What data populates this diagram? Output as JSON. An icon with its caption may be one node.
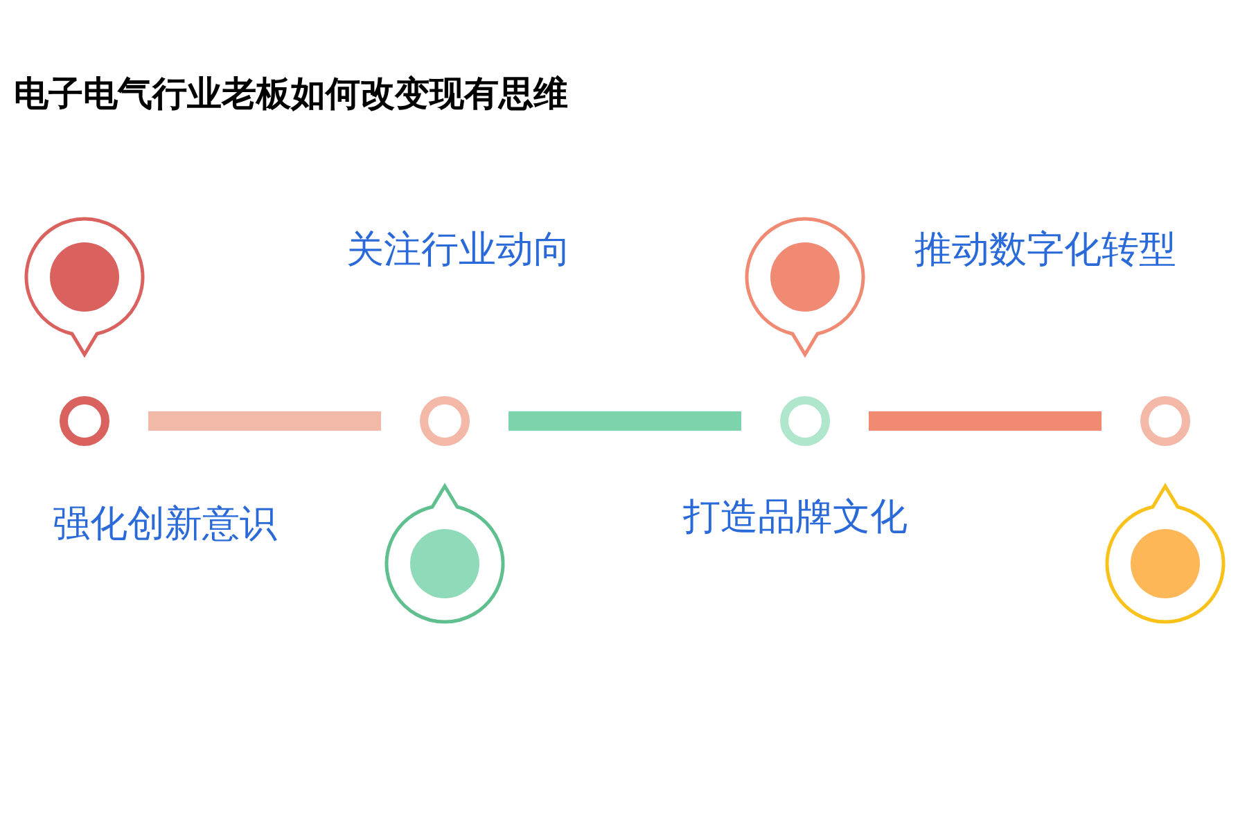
{
  "diagram": {
    "title": "电子电气行业老板如何改变现有思维",
    "nodes": [
      {
        "text": [],
        "shape": "circle"
      },
      {
        "text": [],
        "shape": "circle"
      },
      {
        "text": [],
        "shape": "circle"
      },
      {
        "text": [],
        "shape": "circle"
      }
    ],
    "edges": [
      {
        "from": 0,
        "to": 1,
        "arrow": "none",
        "color": "#f2b8a8"
      },
      {
        "from": 1,
        "to": 2,
        "arrow": "none",
        "color": "#7dd3ac"
      },
      {
        "from": 2,
        "to": 3,
        "arrow": "none",
        "color": "#f08a72"
      }
    ],
    "labels": [
      "关注行业动向",
      "推动数字化转型",
      "强化创新意识",
      "打造品牌文化"
    ]
  }
}
